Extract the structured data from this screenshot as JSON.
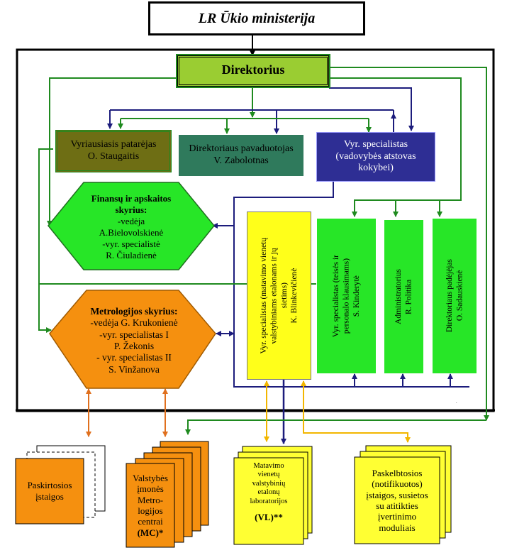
{
  "ministry": {
    "label": "LR Ūkio ministerija"
  },
  "director": {
    "label": "Direktorius"
  },
  "chief_advisor": {
    "lines": [
      "Vyriausiasis patarėjas",
      "O. Staugaitis"
    ]
  },
  "deputy_director": {
    "lines": [
      "Direktoriaus pavaduotojas",
      "V. Zabolotnas"
    ]
  },
  "quality_specialist": {
    "lines": [
      "Vyr. specialistas",
      "(vadovybės atstovas",
      "kokybei)"
    ]
  },
  "finance_dept": {
    "title_lines": [
      "Finansų ir apskaitos",
      "skyrius:"
    ],
    "lines": [
      "-vedėja",
      "A.Bielovolskienė",
      "-vyr. specialistė",
      "R. Čiuladienė"
    ]
  },
  "metrology_dept": {
    "title": "Metrologijos skyrius:",
    "lines": [
      "-vedėja G. Krukonienė",
      "-vyr. specialistas I",
      "P. Žekonis",
      "- vyr. specialistas II",
      "S. Vinžanova"
    ]
  },
  "etalon_specialist": {
    "lines": [
      "Vyr. specialistas (matavimo vienetų",
      "valstybiniams etalonams ir jų",
      "sietims)",
      "K. Blinkevičienė"
    ]
  },
  "legal_specialist": {
    "lines": [
      "Vyr. specialistas (teisės ir",
      "personalo klausimams)",
      "S. Kinderytė"
    ]
  },
  "administrator": {
    "lines": [
      "Administratorius",
      "R. Politika"
    ]
  },
  "director_assistant": {
    "lines": [
      "Direktoriaus padėjėjas",
      "O. Sadauskienė"
    ]
  },
  "bottom": {
    "appointed": {
      "lines": [
        "Paskirtosios",
        "įstaigos"
      ]
    },
    "state_enterprises": {
      "lines": [
        "Valstybės",
        "įmonės",
        "Metro-",
        "logijos",
        "centrai"
      ],
      "bold_line": "(MC)*"
    },
    "labs": {
      "lines": [
        "Matavimo",
        "vienetų",
        "valstybinių",
        "etalonų",
        "laboratorijos"
      ],
      "bold_line": "(VL)**"
    },
    "notified": {
      "lines": [
        "Paskelbtosios",
        "(notifikuotos)",
        "įstaigos, susietos",
        "su atitikties",
        "įvertinimo",
        "moduliais"
      ]
    }
  },
  "colors": {
    "line_green": "#1f8a1f",
    "line_navy": "#1c1c7c",
    "line_orange": "#e0701e",
    "line_yellow": "#f2b600",
    "director_fill": "#9acd32",
    "advisor_fill": "#6e6e14",
    "deputy_fill": "#2f7a5c",
    "quality_fill": "#2e2e94",
    "green_fill": "#27e627",
    "orange_fill": "#f5900f",
    "yellow_fill": "#ffff1a",
    "bottom_yellow": "#ffff33"
  }
}
